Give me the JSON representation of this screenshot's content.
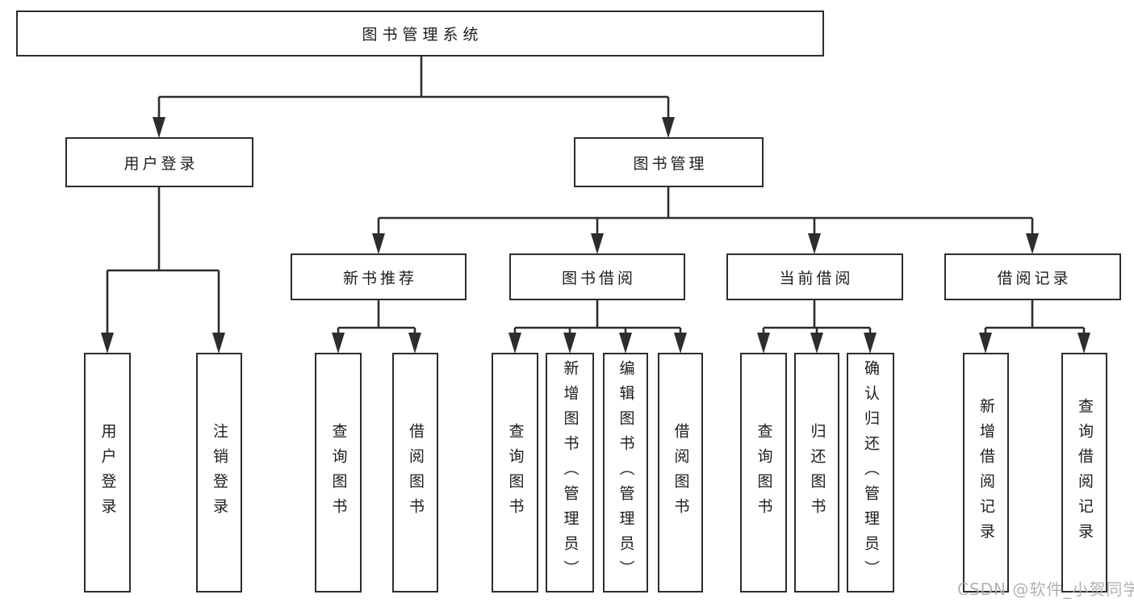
{
  "diagram": {
    "type": "hierarchy-tree",
    "root": {
      "label": "图书管理系统"
    },
    "level2": [
      {
        "label": "用户登录"
      },
      {
        "label": "图书管理"
      }
    ],
    "level3": [
      {
        "label": "新书推荐",
        "parent": "图书管理"
      },
      {
        "label": "图书借阅",
        "parent": "图书管理"
      },
      {
        "label": "当前借阅",
        "parent": "图书管理"
      },
      {
        "label": "借阅记录",
        "parent": "图书管理"
      }
    ],
    "leaves": [
      {
        "label": "用户登录",
        "parent": "用户登录"
      },
      {
        "label": "注销登录",
        "parent": "用户登录"
      },
      {
        "label": "查询图书",
        "parent": "新书推荐"
      },
      {
        "label": "借阅图书",
        "parent": "新书推荐"
      },
      {
        "label": "查询图书",
        "parent": "图书借阅"
      },
      {
        "label": "新增图书（管理员）",
        "parent": "图书借阅"
      },
      {
        "label": "编辑图书（管理员）",
        "parent": "图书借阅"
      },
      {
        "label": "借阅图书",
        "parent": "图书借阅"
      },
      {
        "label": "查询图书",
        "parent": "当前借阅"
      },
      {
        "label": "归还图书",
        "parent": "当前借阅"
      },
      {
        "label": "确认归还（管理员）",
        "parent": "当前借阅"
      },
      {
        "label": "新增借阅记录",
        "parent": "借阅记录"
      },
      {
        "label": "查询借阅记录",
        "parent": "借阅记录"
      }
    ]
  },
  "watermark": {
    "text": "CSDN @软件_小贺同学"
  },
  "colors": {
    "background": "#ffffff",
    "box_fill": "#ffffff",
    "box_border": "#2d2d2d",
    "line": "#2d2d2d",
    "text": "#1d1d1d",
    "watermark": "#afafaf"
  }
}
